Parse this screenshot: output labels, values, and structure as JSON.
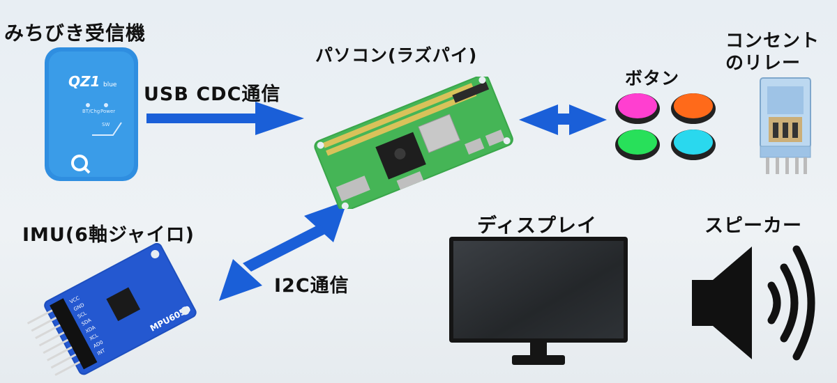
{
  "nodes": {
    "receiver": {
      "label": "みちびき受信機",
      "device_brand": "QZ1",
      "device_sub": "blue",
      "led1": "BT/Chg",
      "led2": "Power",
      "sw": "SW"
    },
    "pc": {
      "label": "パソコン(ラズパイ)"
    },
    "buttons": {
      "label": "ボタン"
    },
    "relay": {
      "label_line1": "コンセント",
      "label_line2": "のリレー"
    },
    "imu": {
      "label": "IMU(6軸ジャイロ)",
      "chip": "MPU6050",
      "pins": [
        "VCC",
        "GND",
        "SCL",
        "SDA",
        "XDA",
        "XCL",
        "AD0",
        "INT"
      ]
    },
    "display": {
      "label": "ディスプレイ"
    },
    "speaker": {
      "label": "スピーカー"
    }
  },
  "edges": {
    "usb": {
      "label": "USB CDC通信"
    },
    "i2c": {
      "label": "I2C通信"
    }
  },
  "colors": {
    "arrow": "#1a5fd8",
    "receiver": "#2f8ee0",
    "board": "#3aa64a",
    "button_pink": "#ff3fd0",
    "button_orange": "#ff6a1a",
    "button_green": "#28e05a",
    "button_cyan": "#2ad8ee",
    "imu_board": "#1e4fbf"
  }
}
